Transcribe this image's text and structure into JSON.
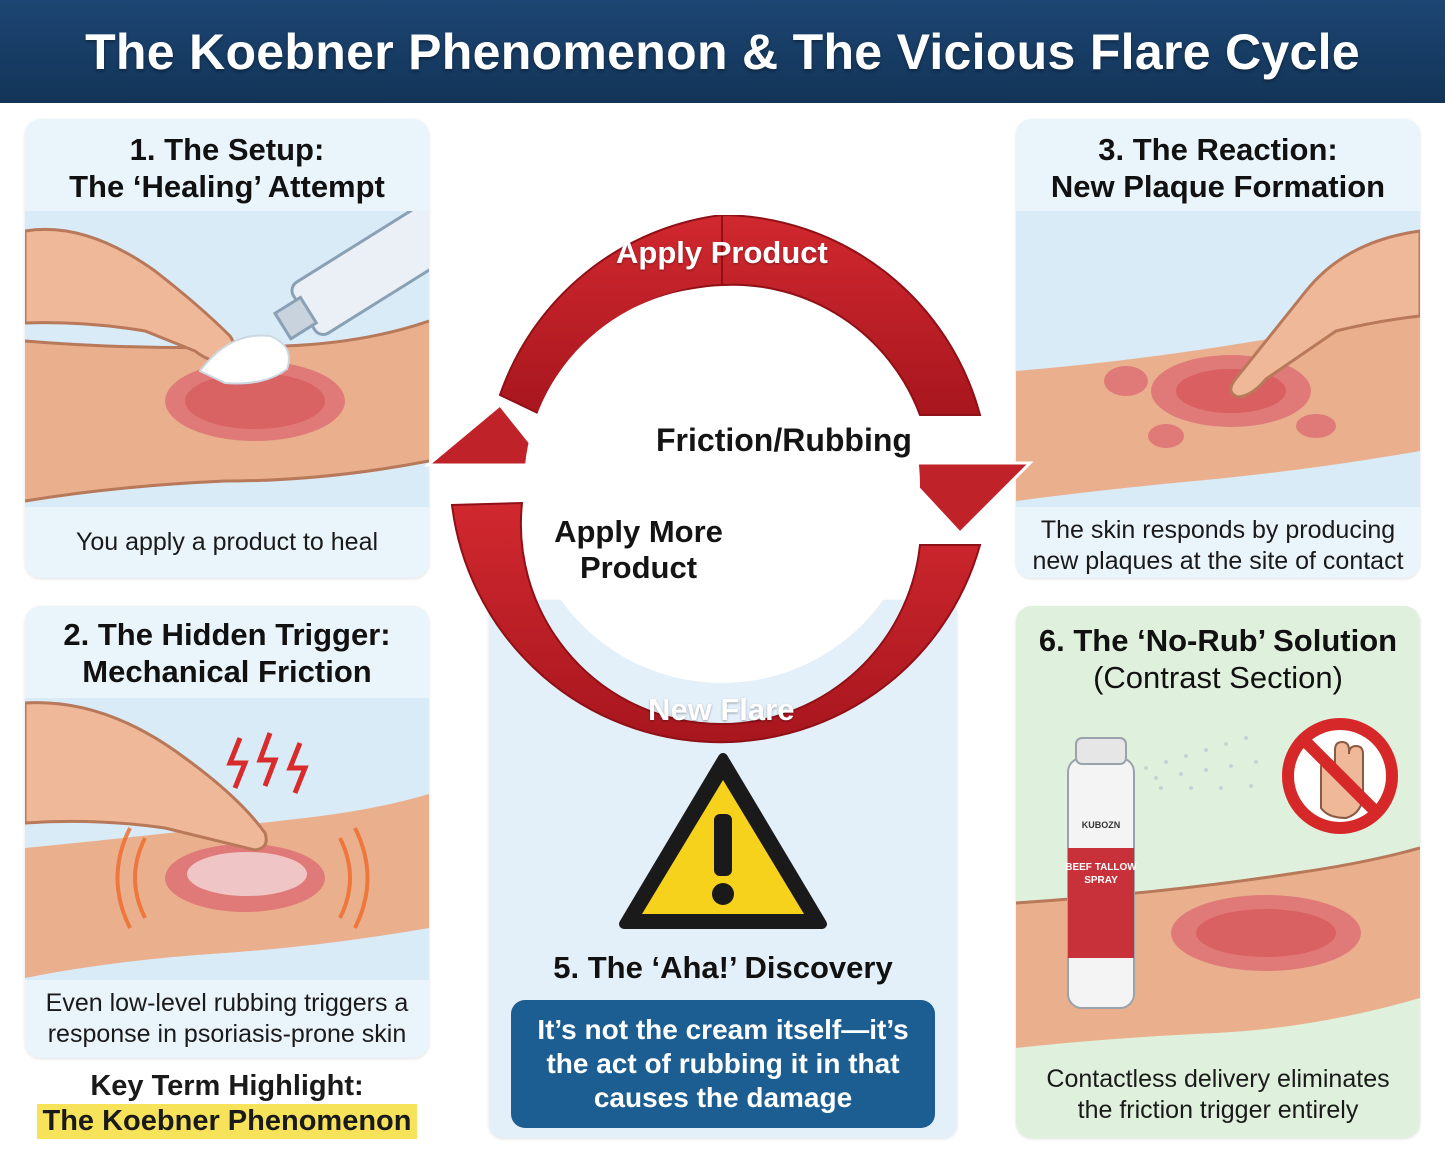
{
  "header": {
    "title": "The Koebner Phenomenon & The Vicious Flare Cycle"
  },
  "panels": {
    "setup": {
      "title_line1": "1. The Setup:",
      "title_line2": "The ‘Healing’ Attempt",
      "caption": "You apply a product to heal"
    },
    "trigger": {
      "title_line1": "2. The Hidden Trigger:",
      "title_line2": "Mechanical Friction",
      "caption_line1": "Even low-level rubbing triggers a",
      "caption_line2": "response in psoriasis-prone skin"
    },
    "reaction": {
      "title_line1": "3. The Reaction:",
      "title_line2": "New Plaque Formation",
      "caption_line1": "The skin responds by producing",
      "caption_line2": "new plaques at the site of contact"
    },
    "solution": {
      "title_line1": "6. The ‘No-Rub’ Solution",
      "title_line2": "(Contrast Section)",
      "caption_line1": "Contactless delivery eliminates",
      "caption_line2": "the friction trigger entirely",
      "spray_brand": "KUBOZN",
      "spray_name_line1": "BEEF TALLOW",
      "spray_name_line2": "SPRAY"
    },
    "discovery": {
      "title": "5. The ‘Aha!’ Discovery",
      "message": "It’s not the cream itself—it’s the act of rubbing it in that causes the damage"
    }
  },
  "key_term": {
    "label": "Key Term Highlight:",
    "term": "The Koebner Phenomenon"
  },
  "cycle": {
    "top": "Apply Product",
    "right": "Friction/Rubbing",
    "bottom": "New Flare",
    "left": "Apply More Product",
    "color": "#c0222a"
  },
  "icons": {
    "warning": "warning-triangle-icon",
    "no_touch": "no-hand-icon",
    "zap": "lightning-icon"
  }
}
